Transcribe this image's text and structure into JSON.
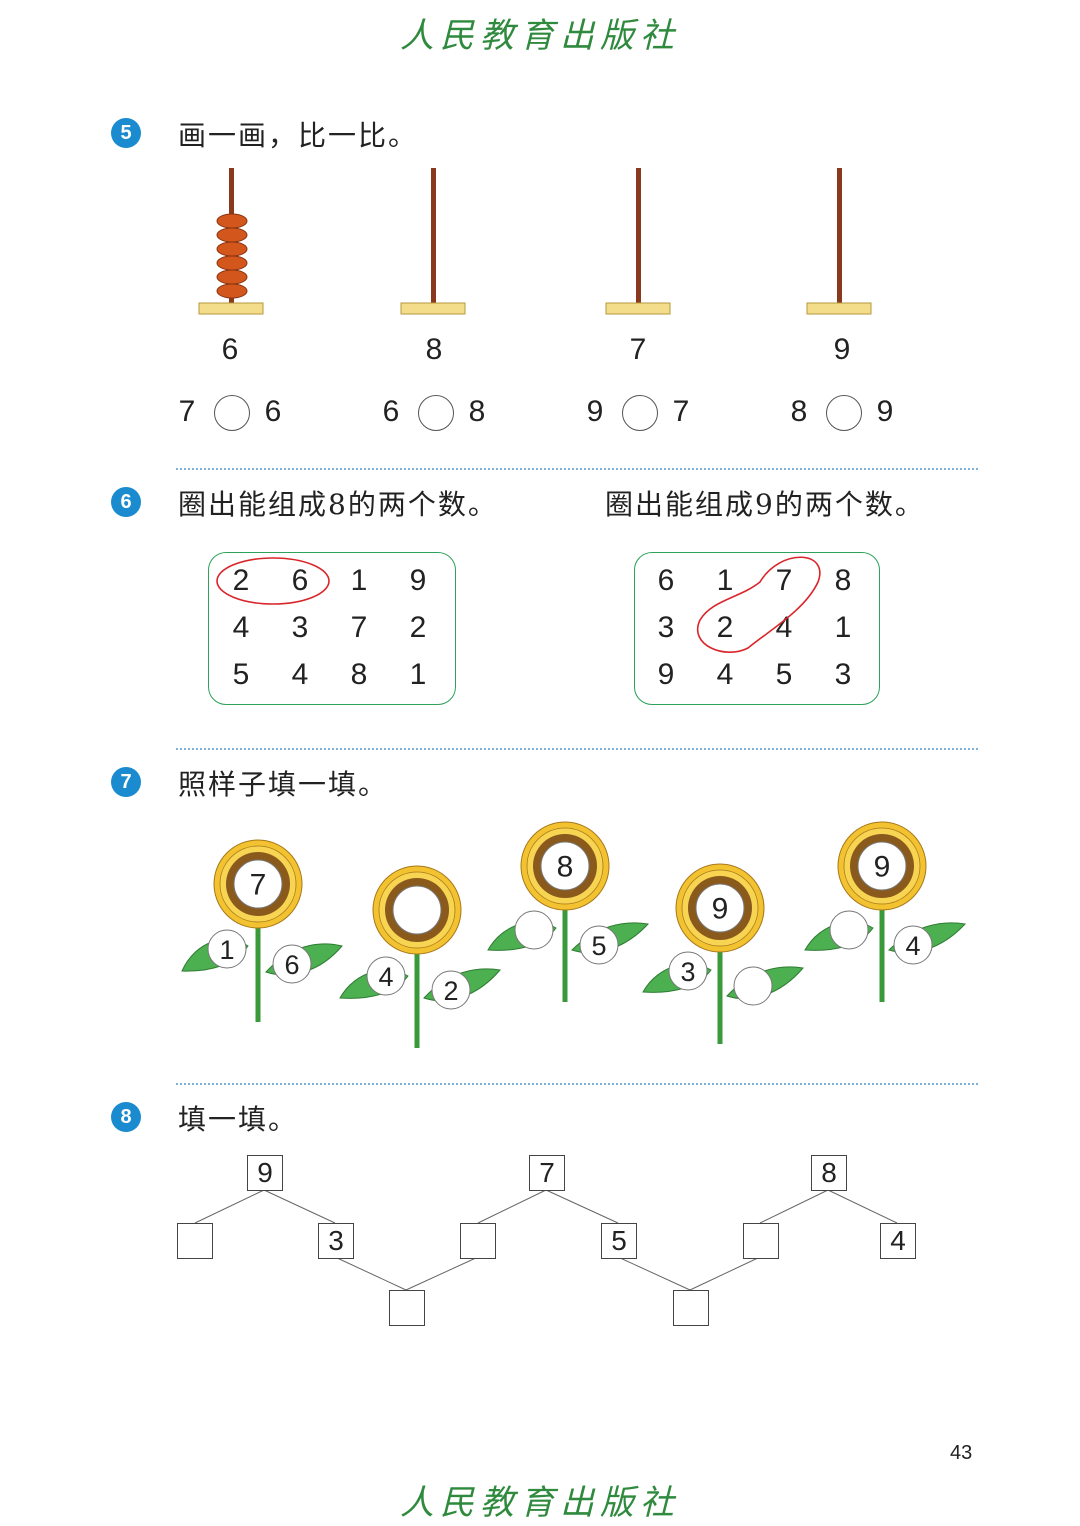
{
  "publisher": "人民教育出版社",
  "page_number": "43",
  "q5": {
    "number": "5",
    "instruction": "画一画，比一比。",
    "abacus_labels": [
      "6",
      "8",
      "7",
      "9"
    ],
    "comparisons": [
      {
        "left": "7",
        "right": "6"
      },
      {
        "left": "6",
        "right": "8"
      },
      {
        "left": "9",
        "right": "7"
      },
      {
        "left": "8",
        "right": "9"
      }
    ]
  },
  "q6": {
    "number": "6",
    "left_instruction": "圈出能组成8的两个数。",
    "right_instruction": "圈出能组成9的两个数。",
    "left_grid": [
      [
        "2",
        "6",
        "1",
        "9"
      ],
      [
        "4",
        "3",
        "7",
        "2"
      ],
      [
        "5",
        "4",
        "8",
        "1"
      ]
    ],
    "right_grid": [
      [
        "6",
        "1",
        "7",
        "8"
      ],
      [
        "3",
        "2",
        "4",
        "1"
      ],
      [
        "9",
        "4",
        "5",
        "3"
      ]
    ]
  },
  "q7": {
    "number": "7",
    "instruction": "照样子填一填。",
    "flowers": [
      {
        "top": "7",
        "left": "1",
        "right": "6"
      },
      {
        "top": "",
        "left": "4",
        "right": "2"
      },
      {
        "top": "8",
        "left": "",
        "right": "5"
      },
      {
        "top": "9",
        "left": "3",
        "right": ""
      },
      {
        "top": "9",
        "left": "",
        "right": "4"
      }
    ]
  },
  "q8": {
    "number": "8",
    "instruction": "填一填。",
    "trees": [
      {
        "top": "9",
        "left": "",
        "right": "3"
      },
      {
        "top": "7",
        "left": "",
        "right": "5"
      },
      {
        "top": "8",
        "left": "",
        "right": "4"
      }
    ],
    "bottom_boxes": [
      "",
      ""
    ]
  },
  "colors": {
    "accent_blue": "#1b8bd0",
    "grid_green": "#2ea15a",
    "circle_red": "#d9262b",
    "bead_orange": "#d3571c",
    "leaf_green": "#4caf50",
    "petal_yellow": "#f2c230"
  }
}
